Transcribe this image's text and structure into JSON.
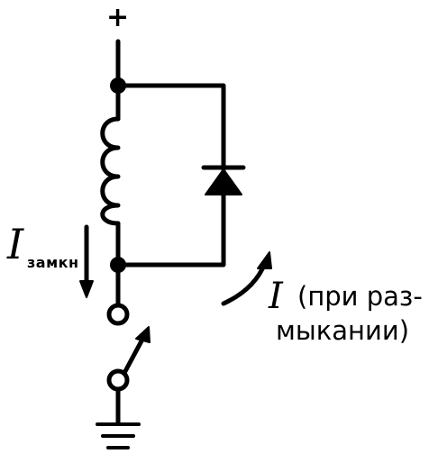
{
  "labels": {
    "supply": "+",
    "current_closed": "I",
    "current_closed_subscript": "замкн",
    "current_open": "I",
    "current_open_text_line1": "(при раз-",
    "current_open_text_line2": "мыкании)"
  },
  "colors": {
    "ink": "#000000",
    "background": "#ffffff"
  }
}
